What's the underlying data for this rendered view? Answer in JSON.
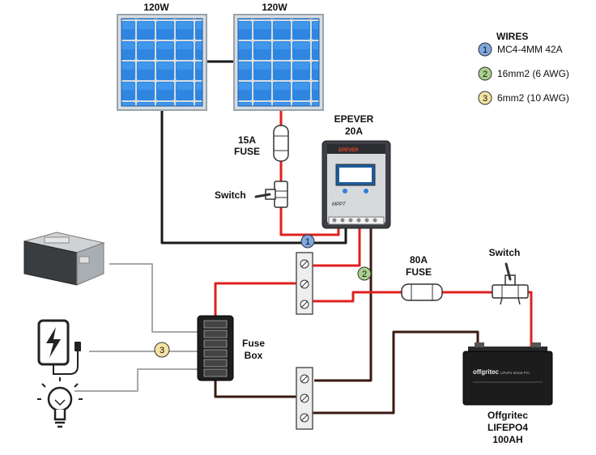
{
  "panels": [
    {
      "label": "120W"
    },
    {
      "label": "120W"
    }
  ],
  "legend": {
    "title": "WIRES",
    "items": [
      {
        "num": "1",
        "text": "MC4-4MM 42A",
        "color": "#7fa6df"
      },
      {
        "num": "2",
        "text": "16mm2 (6 AWG)",
        "color": "#a9d18e"
      },
      {
        "num": "3",
        "text": "6mm2 (10 AWG)",
        "color": "#f5e3a3"
      }
    ]
  },
  "fuse_15a": {
    "line1": "15A",
    "line2": "FUSE"
  },
  "switch_left": {
    "label": "Switch"
  },
  "controller": {
    "line1": "EPEVER",
    "line2": "20A",
    "brand": "EPEVER",
    "badge": "MPPT"
  },
  "fuse_80a": {
    "line1": "80A",
    "line2": "FUSE"
  },
  "switch_right": {
    "label": "Switch"
  },
  "fuse_box": {
    "line1": "Fuse",
    "line2": "Box"
  },
  "battery": {
    "line1": "Offgritec",
    "line2": "LIFEPO4",
    "line3": "100AH",
    "brand": "offgritec",
    "spec": "LiFePo Smart Pro"
  },
  "wire_markers": {
    "m1": "1",
    "m2": "2",
    "m3": "3"
  },
  "colors": {
    "red": "#e02020",
    "black": "#1a1a1a",
    "brown": "#3a1a12",
    "gray": "#a8a8a8",
    "panel_blue": "#2f86e0"
  }
}
